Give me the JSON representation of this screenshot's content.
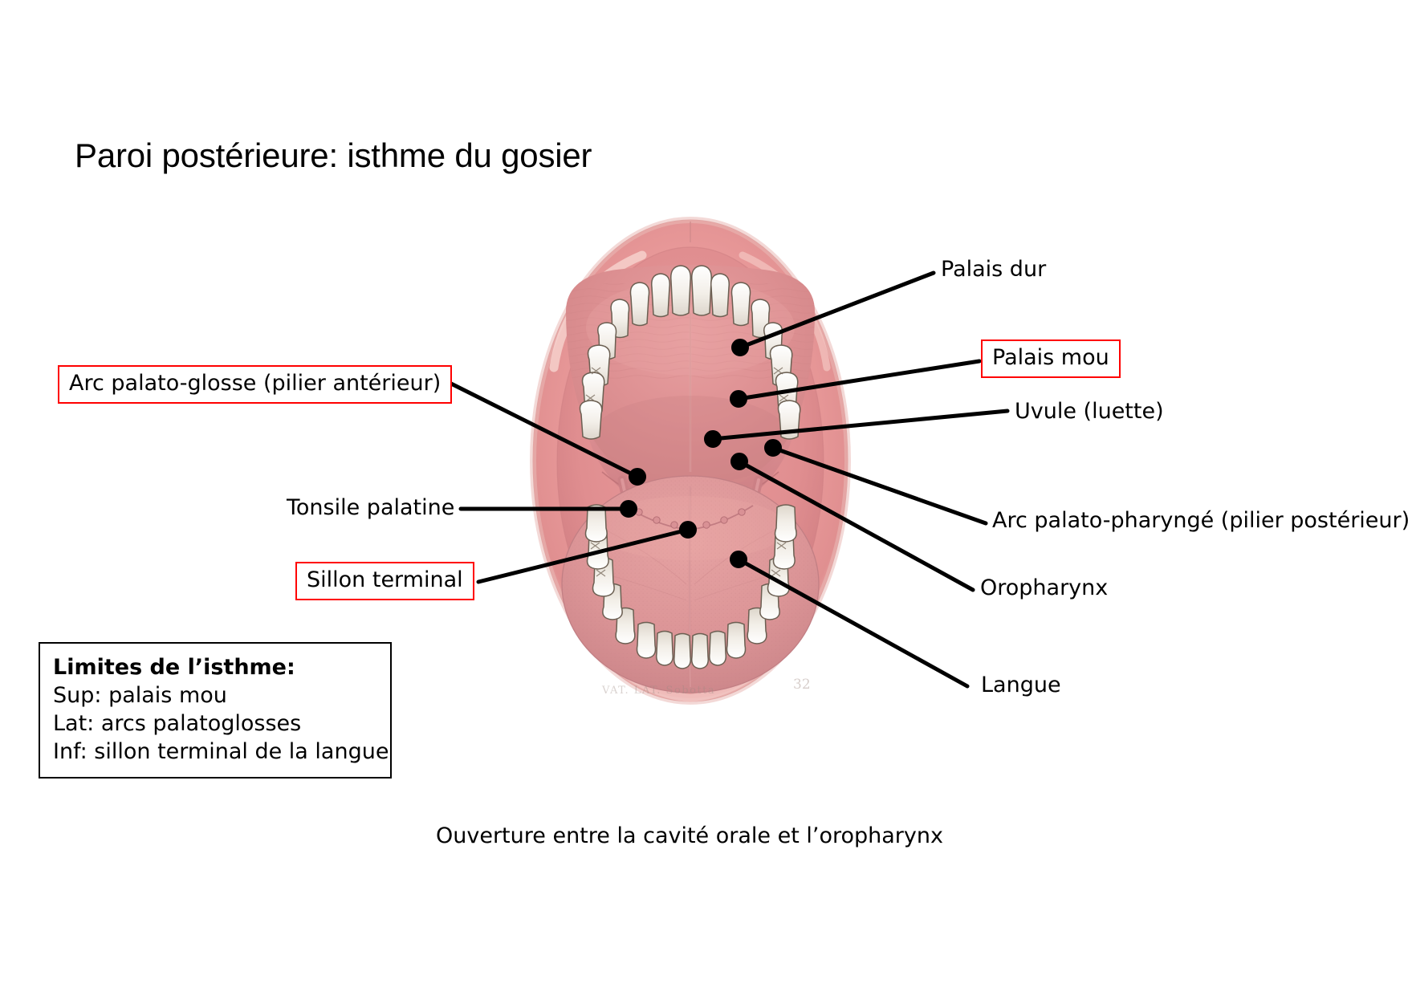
{
  "slide": {
    "title": "Paroi postérieure: isthme du gosier",
    "caption": "Ouverture entre la cavité orale et l’oropharynx",
    "background_color": "#ffffff",
    "highlight_color": "#FF0000",
    "text_color": "#000000"
  },
  "labels": {
    "palais_dur": "Palais dur",
    "palais_mou": "Palais mou",
    "uvule": "Uvule (luette)",
    "arc_palato_pharynge": "Arc palato-pharyngé (pilier postérieur)",
    "oropharynx": "Oropharynx",
    "langue": "Langue",
    "arc_palato_glosse": "Arc palato-glosse (pilier antérieur)",
    "tonsile_palatine": "Tonsile palatine",
    "sillon_terminal": "Sillon terminal"
  },
  "limits_panel": {
    "title": "Limites de l’isthme:",
    "lines": [
      "Sup: palais mou",
      "Lat: arcs palatoglosses",
      "Inf: sillon terminal de la langue"
    ]
  },
  "figure": {
    "page_number": "32",
    "description": "Vue antérieure de la cavité orale ouverte montrant le palais, la luette, les arcs palatins, les tonsiles et la langue"
  }
}
